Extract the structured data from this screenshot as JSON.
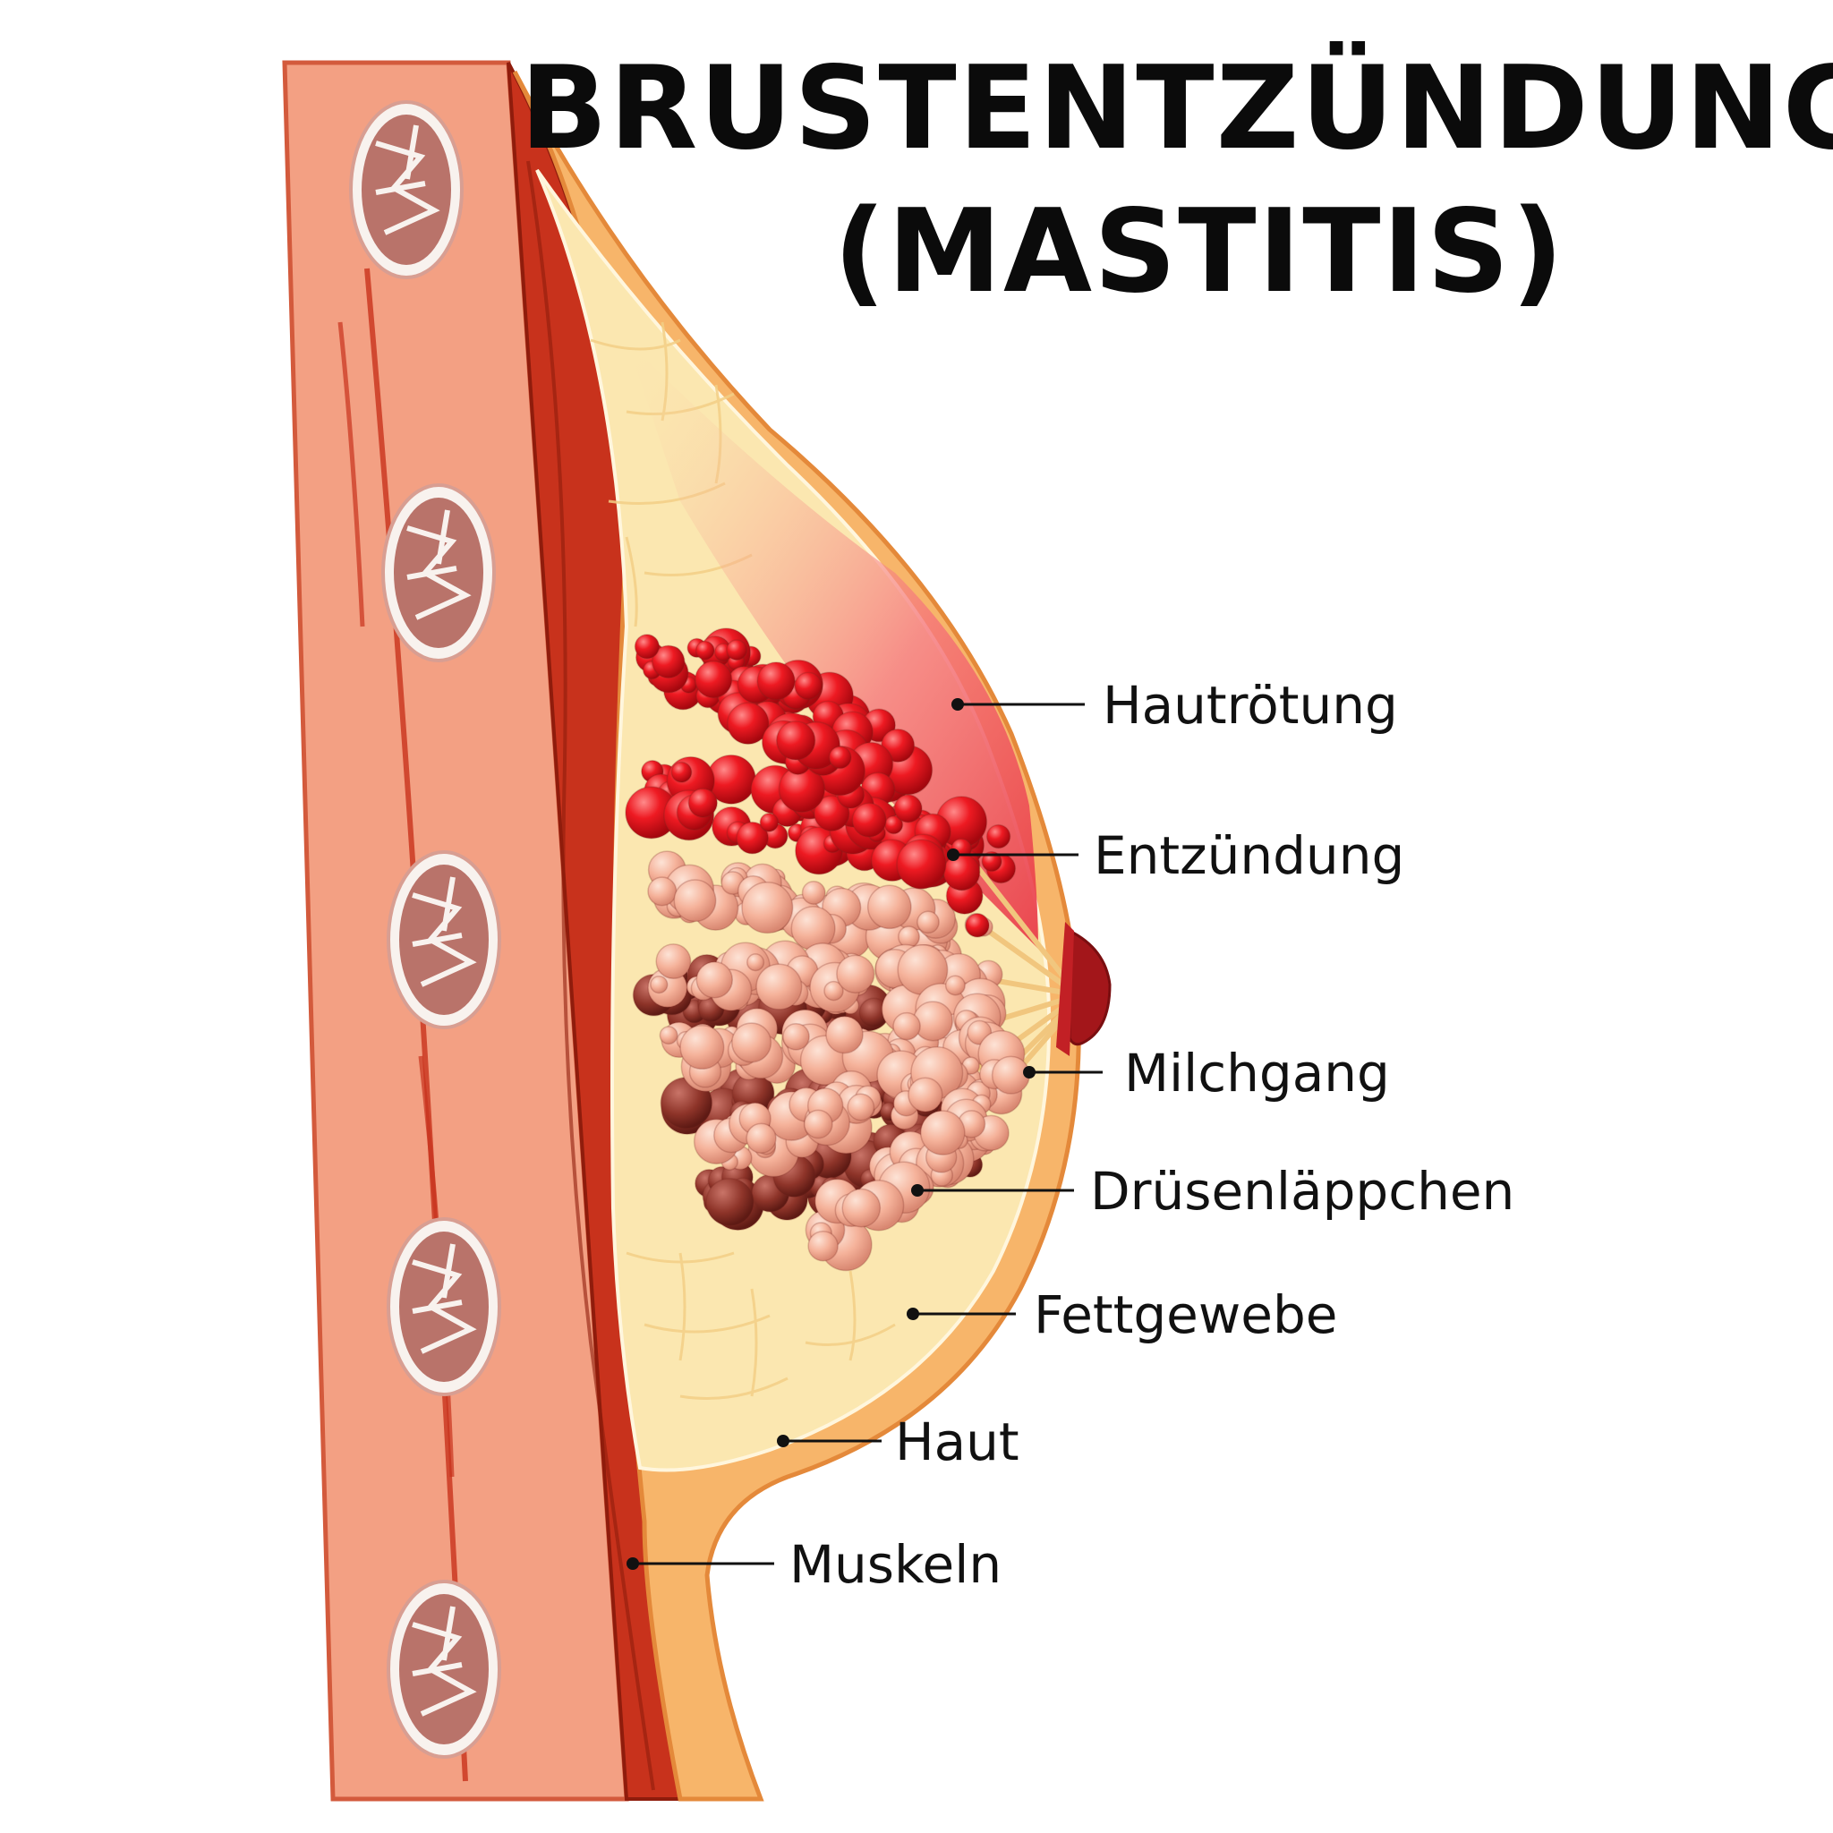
{
  "title": {
    "line1": "BRUSTENTZÜNDUNG",
    "line2": "(MASTITIS)"
  },
  "labels": [
    {
      "id": "hautroetung",
      "text": "Hautrötung"
    },
    {
      "id": "entzuendung",
      "text": "Entzündung"
    },
    {
      "id": "milchgang",
      "text": "Milchgang"
    },
    {
      "id": "druesenlaeppchen",
      "text": "Drüsenläppchen"
    },
    {
      "id": "fettgewebe",
      "text": "Fettgewebe"
    },
    {
      "id": "haut",
      "text": "Haut"
    },
    {
      "id": "muskeln",
      "text": "Muskeln"
    }
  ],
  "colors": {
    "rib_wall": "#f3a083",
    "muscle": "#c8321c",
    "fat": "#fbe7b0",
    "skin": "#f7b56a",
    "inflammation": "#e8101c",
    "lobule": "#f6b7a0",
    "nipple": "#a3161a"
  }
}
